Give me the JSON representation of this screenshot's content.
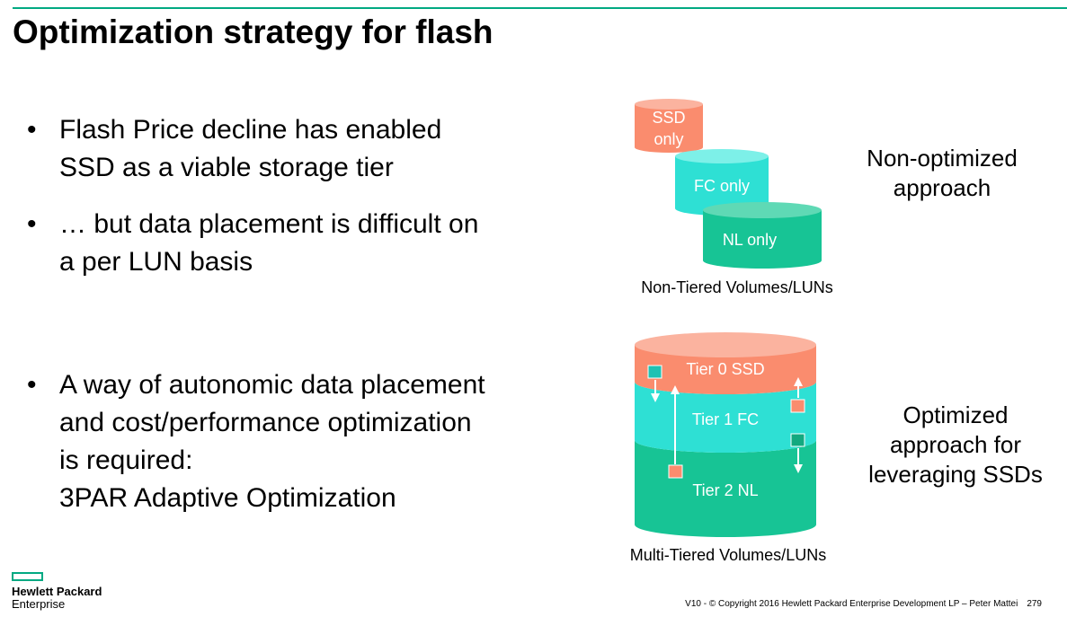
{
  "title": "Optimization strategy for flash",
  "bullets": [
    {
      "marker": "•",
      "lines": [
        "Flash Price decline has enabled",
        "SSD as a viable storage tier"
      ]
    },
    {
      "marker": "•",
      "lines": [
        "… but data placement is difficult on",
        "a per LUN basis"
      ]
    },
    {
      "marker": "•",
      "lines": [
        "A way of autonomic data placement",
        "and cost/performance optimization",
        "is required:",
        "3PAR Adaptive Optimization"
      ]
    }
  ],
  "non_tiered": {
    "ssd_label_line1": "SSD",
    "ssd_label_line2": "only",
    "fc_label": "FC only",
    "nl_label": "NL only",
    "caption": "Non-Tiered Volumes/LUNs",
    "approach_line1": "Non-optimized",
    "approach_line2": "approach"
  },
  "multi_tiered": {
    "tier0_label": "Tier 0 SSD",
    "tier1_label": "Tier 1 FC",
    "tier2_label": "Tier 2 NL",
    "caption": "Multi-Tiered Volumes/LUNs",
    "approach_line1": "Optimized",
    "approach_line2": "approach for",
    "approach_line3": "leveraging SSDs"
  },
  "colors": {
    "brand_green": "#01a982",
    "ssd_salmon": "#fa8c6e",
    "fc_cyan": "#2ee0d4",
    "nl_green": "#17c495"
  },
  "logo": {
    "line1": "Hewlett Packard",
    "line2": "Enterprise"
  },
  "footer": {
    "copyright": "V10 - © Copyright 2016 Hewlett Packard  Enterprise Development LP – Peter Mattei",
    "page_number": "279"
  }
}
